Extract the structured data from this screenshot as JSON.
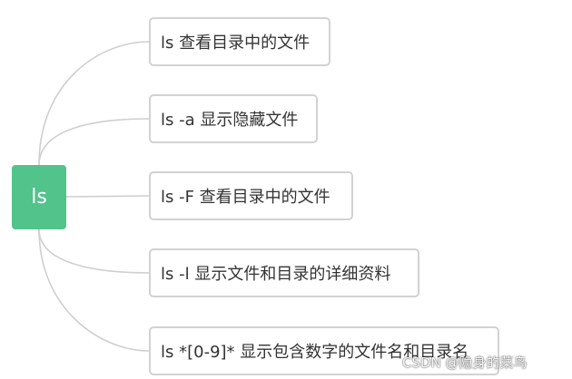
{
  "root": {
    "label": "ls"
  },
  "nodes": [
    {
      "label": "ls 查看目录中的文件"
    },
    {
      "label": "ls -a 显示隐藏文件"
    },
    {
      "label": "ls -F 查看目录中的文件"
    },
    {
      "label": "ls -l 显示文件和目录的详细资料"
    },
    {
      "label": "ls *[0-9]* 显示包含数字的文件名和目录名"
    }
  ],
  "watermark": {
    "text": "CSDN @隐身的菜鸟"
  },
  "colors": {
    "root_fill": "#52c38b",
    "root_text": "#ffffff",
    "node_border": "#d2d2d2",
    "connector": "#cfcfcf",
    "node_text": "#333333"
  }
}
